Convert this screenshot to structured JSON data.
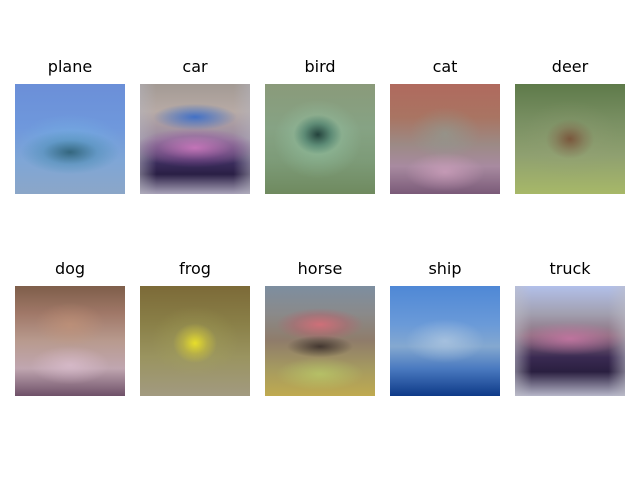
{
  "panels": [
    {
      "title": "plane"
    },
    {
      "title": "car"
    },
    {
      "title": "bird"
    },
    {
      "title": "cat"
    },
    {
      "title": "deer"
    },
    {
      "title": "dog"
    },
    {
      "title": "frog"
    },
    {
      "title": "horse"
    },
    {
      "title": "ship"
    },
    {
      "title": "truck"
    }
  ]
}
